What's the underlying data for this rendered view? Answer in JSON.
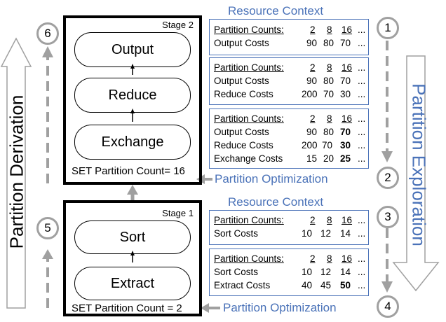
{
  "stage2": {
    "title": "Stage 2",
    "ops": [
      "Output",
      "Reduce",
      "Exchange"
    ],
    "set_count": "SET Partition Count= 16"
  },
  "stage1": {
    "title": "Stage 1",
    "ops": [
      "Sort",
      "Extract"
    ],
    "set_count": "SET Partition Count = 2"
  },
  "left_label": "Partition Derivation",
  "right_label": "Partition Exploration",
  "resource_context_top": "Resource Context",
  "resource_context_mid": "Resource Context",
  "partition_optimization_top": "Partition Optimization",
  "partition_optimization_bottom": "Partition Optimization",
  "steps": [
    "1",
    "2",
    "3",
    "4",
    "5",
    "6"
  ],
  "tables": [
    {
      "rows": [
        {
          "label": "Partition Counts:",
          "v": [
            "2",
            "8",
            "16",
            "..."
          ]
        },
        {
          "label": "Output Costs",
          "v": [
            "90",
            "80",
            "70",
            "..."
          ]
        }
      ]
    },
    {
      "rows": [
        {
          "label": "Partition Counts:",
          "v": [
            "2",
            "8",
            "16",
            "..."
          ]
        },
        {
          "label": "Output Costs",
          "v": [
            "90",
            "80",
            "70",
            "..."
          ]
        },
        {
          "label": "Reduce Costs",
          "v": [
            "200",
            "70",
            "30",
            "..."
          ]
        }
      ]
    },
    {
      "rows": [
        {
          "label": "Partition Counts:",
          "v": [
            "2",
            "8",
            "16",
            "..."
          ]
        },
        {
          "label": "Output Costs",
          "v": [
            "90",
            "80",
            "70",
            "..."
          ]
        },
        {
          "label": "Reduce Costs",
          "v": [
            "200",
            "70",
            "30",
            "..."
          ]
        },
        {
          "label": "Exchange Costs",
          "v": [
            "15",
            "20",
            "25",
            "..."
          ]
        }
      ]
    },
    {
      "rows": [
        {
          "label": "Partition Counts:",
          "v": [
            "2",
            "8",
            "16",
            "..."
          ]
        },
        {
          "label": "Sort Costs",
          "v": [
            "10",
            "12",
            "14",
            "..."
          ]
        }
      ]
    },
    {
      "rows": [
        {
          "label": "Partition Counts:",
          "v": [
            "2",
            "8",
            "16",
            "..."
          ]
        },
        {
          "label": "Sort Costs",
          "v": [
            "10",
            "12",
            "14",
            "..."
          ]
        },
        {
          "label": "Extract Costs",
          "v": [
            "40",
            "45",
            "50",
            "..."
          ]
        }
      ]
    }
  ],
  "colors": {
    "accent": "#4a72b8",
    "arrow_gray": "#a0a0a0",
    "border": "#000000"
  }
}
